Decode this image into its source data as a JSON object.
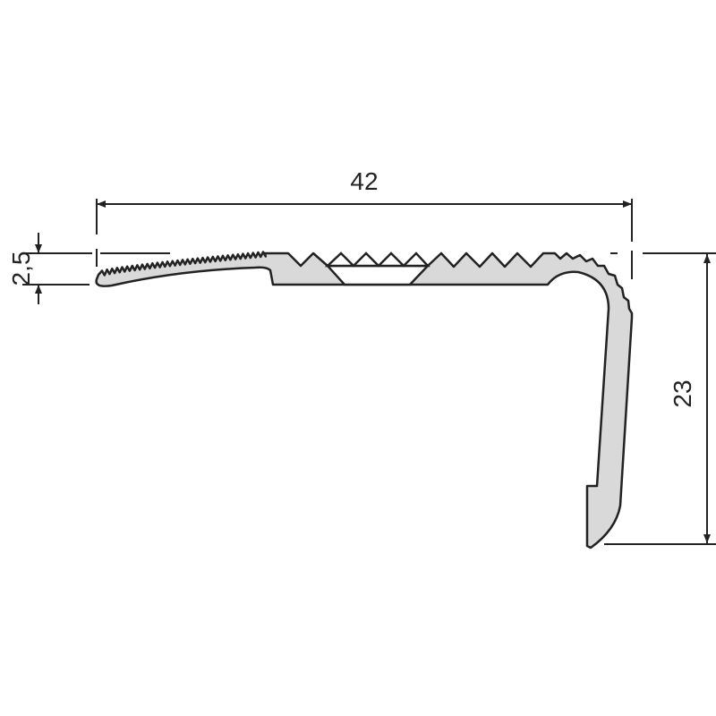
{
  "drawing": {
    "dimensions": {
      "width": "42",
      "height": "23",
      "thickness": "2,5"
    },
    "colors": {
      "profile_fill": "#d9d9d9",
      "line": "#222222",
      "insert_fill": "#ffffff"
    }
  }
}
